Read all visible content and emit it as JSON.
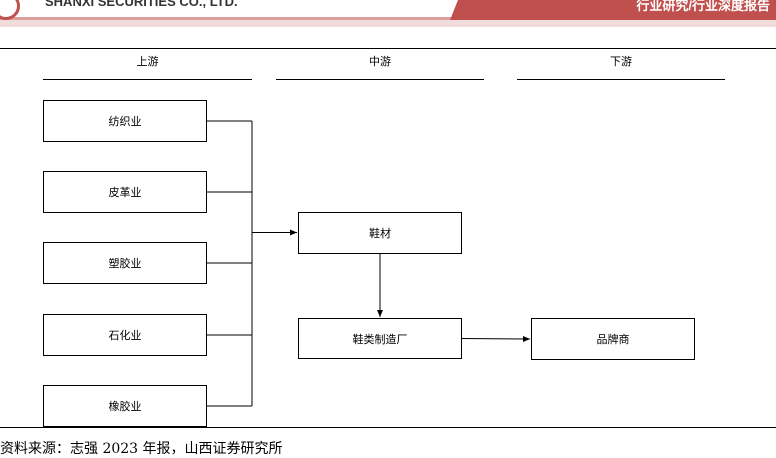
{
  "header": {
    "company": "SHANXI SECURITIES CO., LTD.",
    "title": "行业研究/行业深度报告",
    "colors": {
      "brand": "#c0504d",
      "strip": "#f2dcdb"
    }
  },
  "columns": [
    "上游",
    "中游",
    "下游"
  ],
  "upstream": [
    "纺织业",
    "皮革业",
    "塑胶业",
    "石化业",
    "橡胶业"
  ],
  "midstream": {
    "material": "鞋材",
    "factory": "鞋类制造厂"
  },
  "downstream": {
    "brand": "品牌商"
  },
  "footer": {
    "source": "资料来源：志强 2023 年报，山西证券研究所"
  }
}
